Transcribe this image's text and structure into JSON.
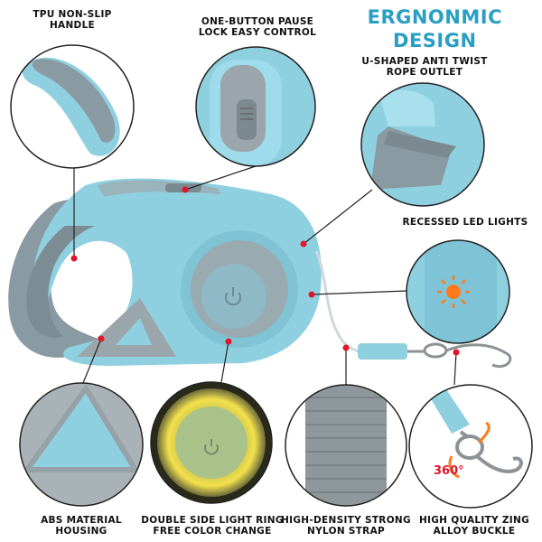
{
  "title": {
    "line1": "ERGNONMIC",
    "line2": "DESIGN"
  },
  "callouts": {
    "handle": [
      "TPU NON-SLIP",
      "HANDLE"
    ],
    "button": [
      "ONE-BUTTON PAUSE",
      "LOCK EASY CONTROL"
    ],
    "outlet": [
      "U-SHAPED ANTI TWIST",
      "ROPE OUTLET"
    ],
    "led": [
      "RECESSED LED LIGHTS"
    ],
    "housing": [
      "ABS MATERIAL",
      "HOUSING"
    ],
    "ring": [
      "DOUBLE SIDE LIGHT RING",
      "FREE COLOR CHANGE"
    ],
    "strap": [
      "HIGH-DENSITY STRONG",
      "NYLON STRAP"
    ],
    "buckle": [
      "HIGH QUALITY ZING",
      "ALLOY BUCKLE"
    ]
  },
  "rotation_badge": "360°",
  "colors": {
    "accent": "#2a9fc4",
    "body": "#8fd0e0",
    "grip": "#8a9aa2",
    "marker": "#e0162b",
    "led": "#ff7a1a",
    "ring_glow": "#e8d84a"
  },
  "icons": [
    "power-icon"
  ]
}
